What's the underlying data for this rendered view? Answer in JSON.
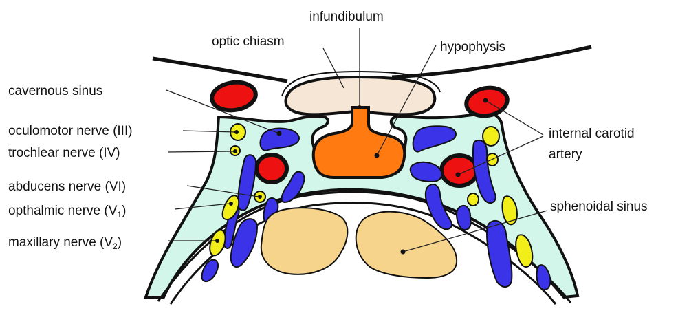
{
  "labels": {
    "infundibulum": "infundibulum",
    "optic_chiasm": "optic chiasm",
    "hypophysis": "hypophysis",
    "cavernous_sinus": "cavernous sinus",
    "oculomotor": "oculomotor nerve (III)",
    "trochlear": "trochlear nerve (IV)",
    "abducens": "abducens nerve (VI)",
    "opthalmic_main": "opthalmic nerve (V",
    "opthalmic_sub": "1",
    "opthalmic_close": ")",
    "maxillary_main": "maxillary nerve (V",
    "maxillary_sub": "2",
    "maxillary_close": ")",
    "internal_carotid_line1": "internal carotid",
    "internal_carotid_line2": "artery",
    "sphenoidal_sinus": "sphenoidal sinus"
  },
  "colors": {
    "sinus_fill": "#d2f7ea",
    "artery": "#ee1111",
    "nerve_yellow": "#f2ee1a",
    "vein_blue": "#3a33e8",
    "hypophysis": "#ff7a10",
    "chiasm": "#f5e6d6",
    "sphenoid": "#f6d48c",
    "outline": "#111111"
  }
}
